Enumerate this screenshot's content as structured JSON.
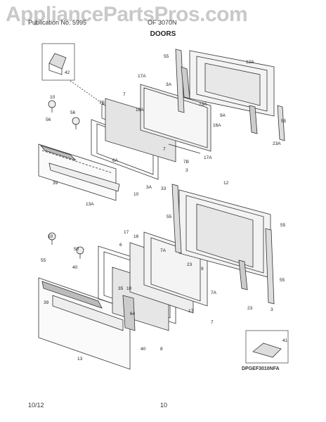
{
  "header": {
    "left_text": "Publication No. 5995",
    "right_text": "OF 3070N",
    "section_title": "DOORS"
  },
  "watermark": "AppliancePartsPros.com",
  "callouts": [
    "42",
    "55",
    "3A",
    "12A",
    "17A",
    "7",
    "16A",
    "23A",
    "10",
    "56",
    "7B",
    "16A",
    "9A",
    "55",
    "56",
    "6A",
    "3A",
    "23A",
    "7",
    "7B",
    "3",
    "17A",
    "39",
    "13A",
    "10",
    "33",
    "12",
    "55",
    "55",
    "10",
    "17",
    "16",
    "7A",
    "50",
    "55",
    "40",
    "6",
    "23",
    "9",
    "35",
    "7A",
    "55",
    "39",
    "10",
    "3",
    "23",
    "64",
    "17",
    "13",
    "40",
    "8",
    "7",
    "41"
  ],
  "inset_label": "DPGEF3010NFA",
  "footer": {
    "date": "10/12",
    "page": "10"
  }
}
